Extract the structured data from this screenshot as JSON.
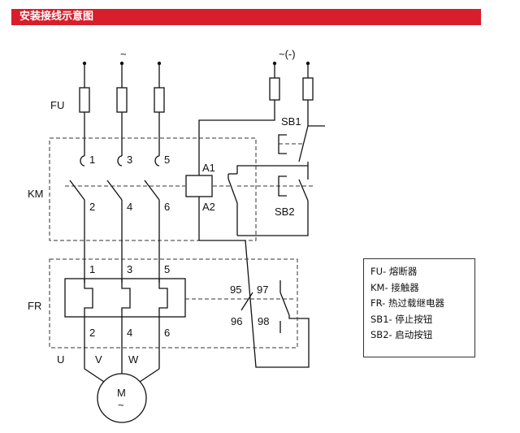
{
  "header": {
    "title": "安装接线示意图",
    "color": "#d81e2a"
  },
  "supply": {
    "three_phase": "~",
    "control": "~(-)"
  },
  "labels": {
    "fu": "FU",
    "km": "KM",
    "fr": "FR",
    "km_in": [
      "1",
      "3",
      "5"
    ],
    "km_out": [
      "2",
      "4",
      "6"
    ],
    "fr_in": [
      "1",
      "3",
      "5"
    ],
    "fr_out": [
      "2",
      "4",
      "6"
    ],
    "coil_a1": "A1",
    "coil_a2": "A2",
    "sb1": "SB1",
    "sb2": "SB2",
    "fr_nc_a": "95",
    "fr_nc_b": "96",
    "fr_no_a": "97",
    "fr_no_b": "98",
    "motor_u": "U",
    "motor_v": "V",
    "motor_w": "W",
    "motor": "M",
    "motor_ac": "~"
  },
  "legend": [
    "FU- 熔断器",
    "KM- 接触器",
    "FR- 热过载继电器",
    "SB1- 停止按钮",
    "SB2- 启动按钮"
  ]
}
